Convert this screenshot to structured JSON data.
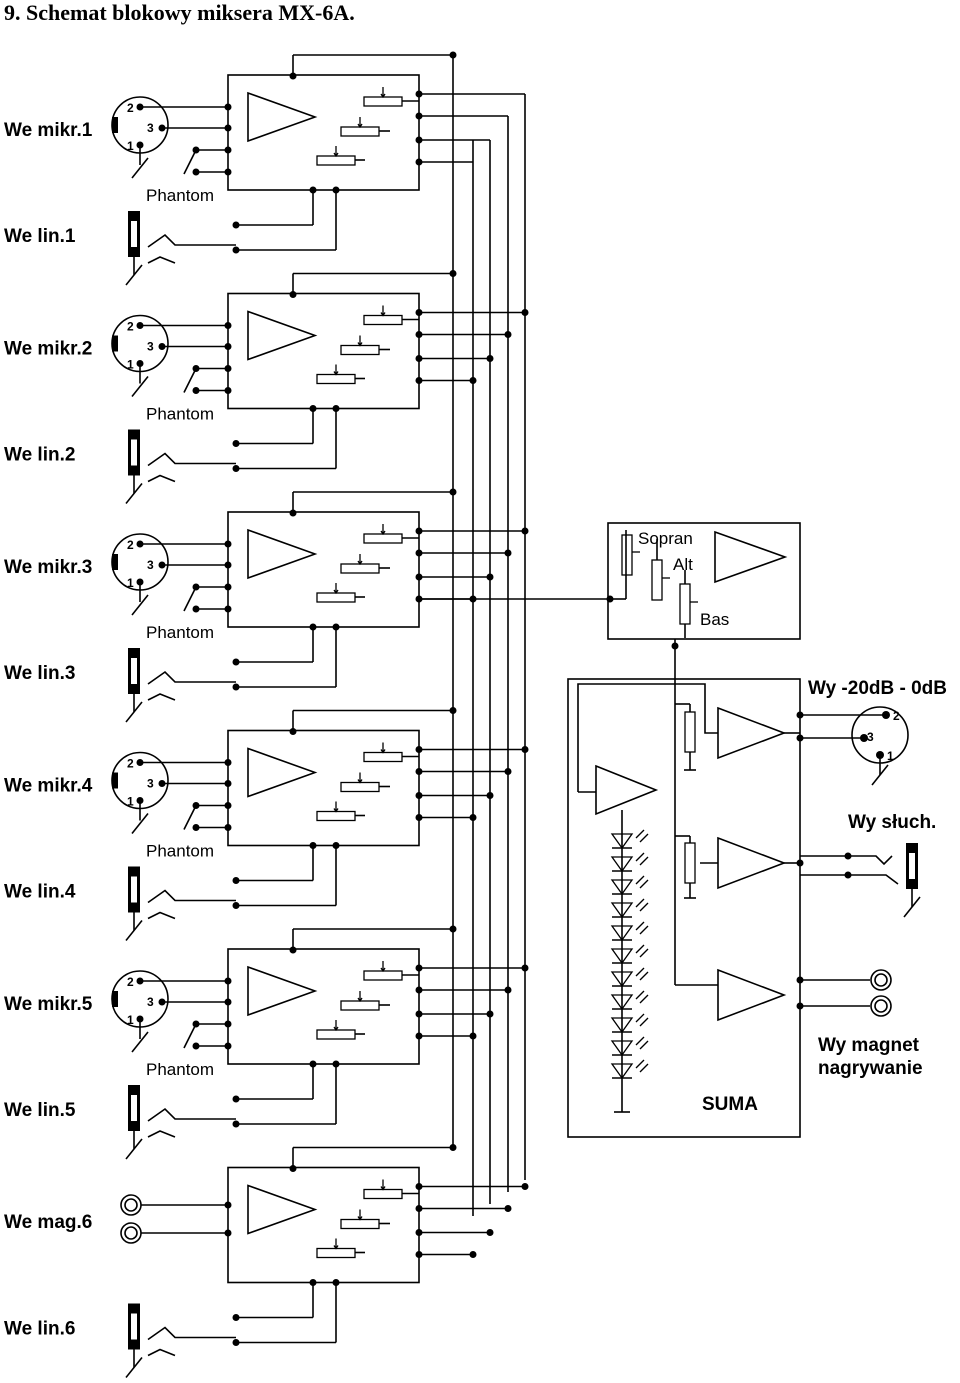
{
  "title": "9. Schemat blokowy miksera MX-6A.",
  "channels": [
    {
      "mic_label": "We mikr.1",
      "line_label": "We lin.1",
      "phantom": "Phantom",
      "pins": [
        "2",
        "3",
        "1"
      ]
    },
    {
      "mic_label": "We mikr.2",
      "line_label": "We lin.2",
      "phantom": "Phantom",
      "pins": [
        "2",
        "3",
        "1"
      ]
    },
    {
      "mic_label": "We mikr.3",
      "line_label": "We lin.3",
      "phantom": "Phantom",
      "pins": [
        "2",
        "3",
        "1"
      ]
    },
    {
      "mic_label": "We mikr.4",
      "line_label": "We lin.4",
      "phantom": "Phantom",
      "pins": [
        "2",
        "3",
        "1"
      ]
    },
    {
      "mic_label": "We mikr.5",
      "line_label": "We lin.5",
      "phantom": "Phantom",
      "pins": [
        "2",
        "3",
        "1"
      ]
    },
    {
      "mag_label": "We mag.6",
      "line_label": "We lin.6"
    }
  ],
  "tone_block": {
    "sopran": "Sopran",
    "alt": "Alt",
    "bas": "Bas"
  },
  "suma_block": {
    "label": "SUMA"
  },
  "outputs": {
    "main": "Wy -20dB - 0dB",
    "main_pins": [
      "2",
      "3",
      "1"
    ],
    "headphones": "Wy słuch.",
    "tape_line1": "Wy magnet",
    "tape_line2": "nagrywanie"
  }
}
